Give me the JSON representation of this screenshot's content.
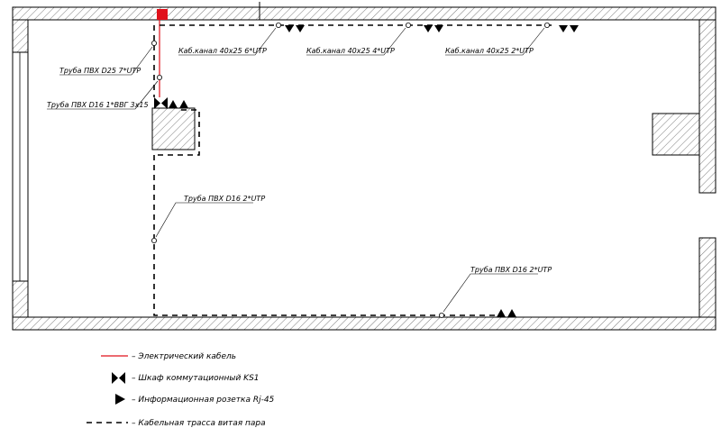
{
  "labels": {
    "pipe_25_7utp": "Труба ПВХ D25 7*UTP",
    "pipe_16_vvg": "Труба ПВХ D16 1*ВВГ 3х15",
    "channel_6utp": "Каб.канал 40х25 6*UTP",
    "channel_4utp": "Каб.канал 40х25 4*UTP",
    "channel_2utp": "Каб.канал 40х25 2*UTP",
    "pipe_16_2utp_left": "Труба ПВХ D16 2*UTP",
    "pipe_16_2utp_bottom": "Труба ПВХ D16 2*UTP"
  },
  "legend": {
    "electric": "– Электрический кабель",
    "cabinet": "– Шкаф коммутационный KS1",
    "socket": "– Информационная розетка Rj-45",
    "route": "– Кабельная трасса витая пара"
  },
  "colors": {
    "electric_cable": "#e0101a",
    "lines": "#000000"
  }
}
